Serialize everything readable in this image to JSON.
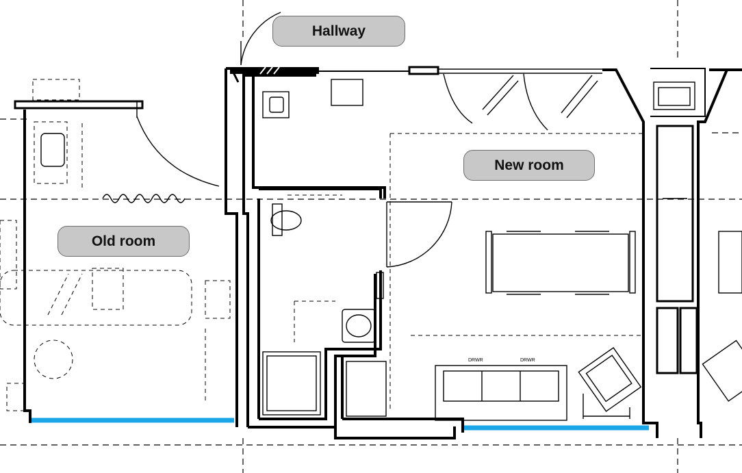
{
  "labels": {
    "hallway": "Hallway",
    "new_room": "New room",
    "old_room": "Old room"
  },
  "fixture_text": {
    "drawer_1": "DRWR",
    "drawer_2": "DRWR"
  },
  "colors": {
    "window_highlight": "#1aa6e6",
    "label_fill": "#c8c8c8",
    "wall": "#000000"
  }
}
